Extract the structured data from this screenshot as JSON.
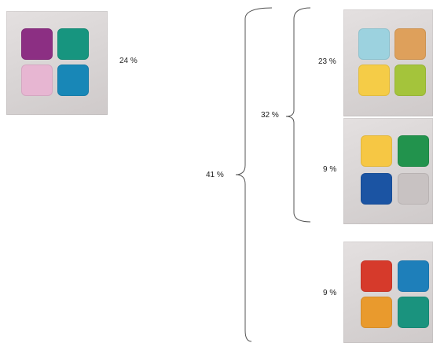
{
  "groups": [
    {
      "id": "card-a",
      "percentage": "24 %",
      "swatches": [
        "#8c2f83",
        "#17957f",
        "#e7b6d2",
        "#1887b7"
      ]
    },
    {
      "id": "card-b",
      "percentage": "23 %",
      "swatches": [
        "#9cd2df",
        "#dea05b",
        "#f5cc47",
        "#a4c43b"
      ]
    },
    {
      "id": "card-c",
      "percentage": "9 %",
      "swatches": [
        "#f6c744",
        "#22934d",
        "#1b54a3",
        "#c8c2c2"
      ]
    },
    {
      "id": "card-d",
      "percentage": "9 %",
      "swatches": [
        "#d63a2b",
        "#1e7fba",
        "#e99a2d",
        "#1a937e"
      ]
    }
  ],
  "brackets": {
    "inner": {
      "percentage": "32 %"
    },
    "outer": {
      "percentage": "41 %"
    }
  }
}
